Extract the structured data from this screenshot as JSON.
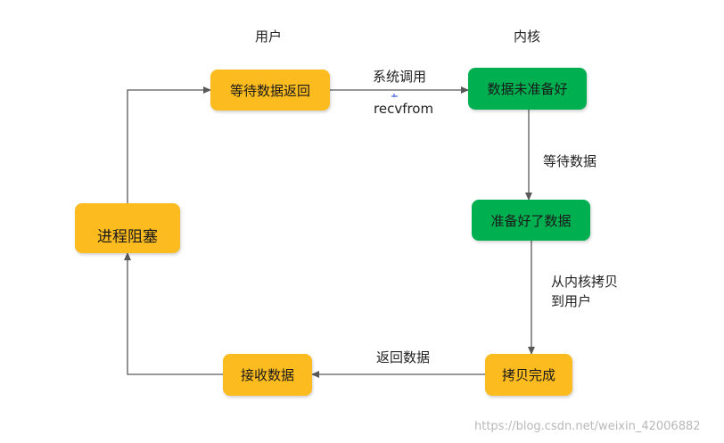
{
  "headers": {
    "user": "用户",
    "kernel": "内核"
  },
  "nodes": {
    "wait_return": "等待数据返回",
    "data_not_ready": "数据未准备好",
    "data_ready": "准备好了数据",
    "copy_done": "拷贝完成",
    "receive_data": "接收数据",
    "process_blocked": "进程阻塞"
  },
  "edge_labels": {
    "syscall": "系统调用",
    "recvfrom": "recvfrom",
    "wait_data": "等待数据",
    "copy_kernel_user": "从内核拷贝到用户",
    "return_data": "返回数据"
  },
  "watermark": "https://blog.csdn.net/weixin_42006882",
  "colors": {
    "user_node": "#fcbb1f",
    "kernel_node": "#00b050",
    "edge": "#595959"
  }
}
